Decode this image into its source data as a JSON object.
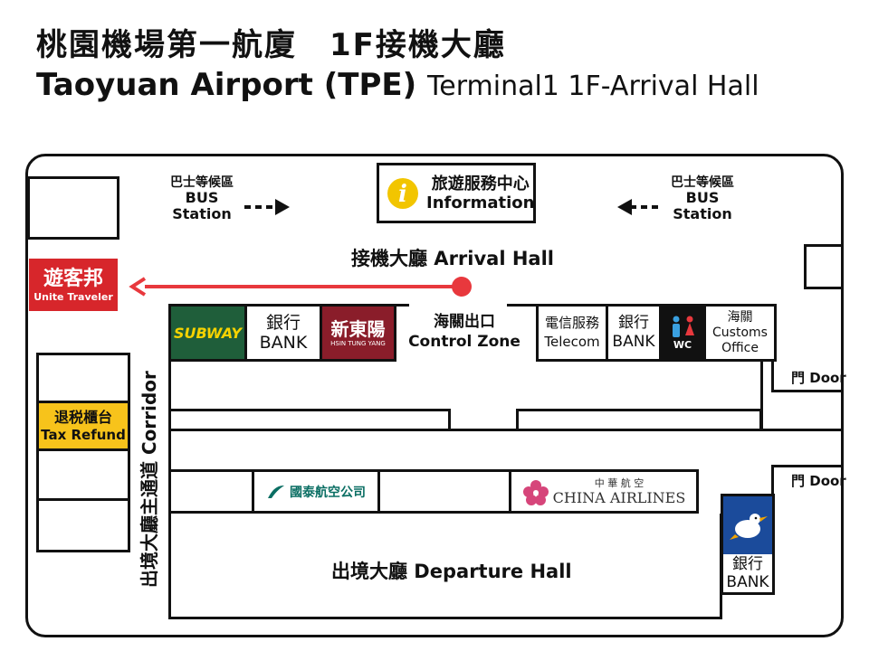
{
  "title": {
    "zh": "桃園機場第一航廈　1F接機大廳",
    "en_main": "Taoyuan Airport (TPE)",
    "en_sub": "Terminal1   1F-Arrival Hall"
  },
  "bus_left": {
    "zh": "巴士等候區",
    "en1": "BUS",
    "en2": "Station"
  },
  "bus_right": {
    "zh": "巴士等候區",
    "en1": "BUS",
    "en2": "Station"
  },
  "information": {
    "zh": "旅遊服務中心",
    "en": "Information",
    "icon": "i"
  },
  "arrival_hall": "接機大廳 Arrival Hall",
  "unite_traveler": {
    "zh": "遊客邦",
    "en": "Unite Traveler",
    "color": "#d7262b"
  },
  "shops_top": [
    {
      "zh": "",
      "en": "SUBWAY"
    },
    {
      "zh": "銀行",
      "en": "BANK"
    },
    {
      "zh": "新東陽",
      "en": "HSIN TUNG YANG"
    }
  ],
  "control_zone": {
    "zh": "海關出口",
    "en": "Control Zone"
  },
  "shops_right": [
    {
      "zh": "電信服務",
      "en": "Telecom"
    },
    {
      "zh": "銀行",
      "en": "BANK"
    },
    {
      "zh": "",
      "en": "WC"
    },
    {
      "zh": "海關",
      "en1": "Customs",
      "en2": "Office"
    }
  ],
  "corridor": "出境大廳主通道 Corridor",
  "tax_refund": {
    "zh": "退税櫃台",
    "en": "Tax Refund",
    "color": "#f7c31b"
  },
  "door1": {
    "zh": "門",
    "en": "Door"
  },
  "door2": {
    "zh": "門",
    "en": "Door"
  },
  "cathay": "國泰航空公司",
  "china_airlines": {
    "zh": "中 華 航 空",
    "en": "CHINA AIRLINES"
  },
  "bank_bottom": {
    "zh": "銀行",
    "en": "BANK"
  },
  "departure_hall": "出境大廳 Departure Hall",
  "colors": {
    "arrow": "#e8383d",
    "subway": "#1f5e3a",
    "htyang": "#8a1d2a",
    "info_icon": "#f2c500",
    "wc": "#111111",
    "bank_blue": "#1b4b9b"
  }
}
